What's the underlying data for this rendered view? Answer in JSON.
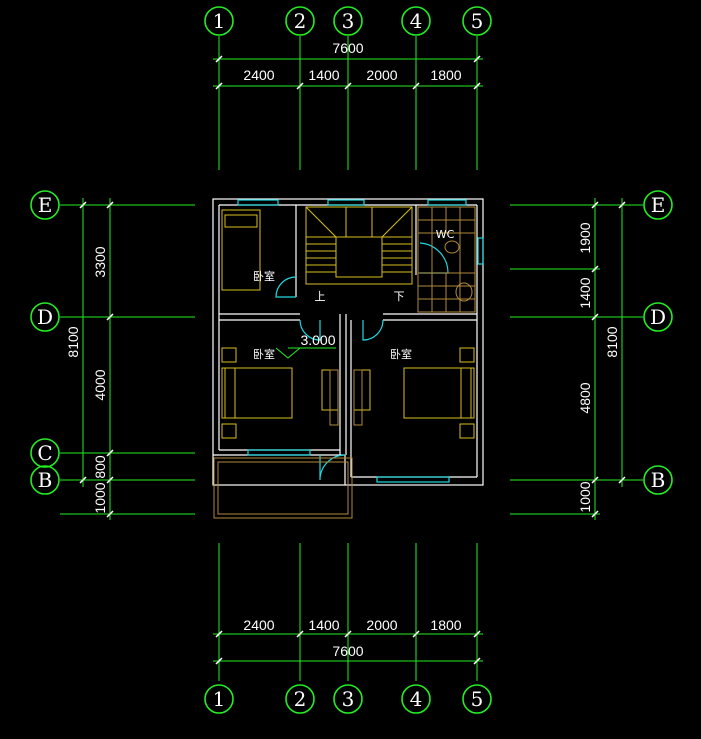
{
  "grid_columns": [
    "1",
    "2",
    "3",
    "4",
    "5"
  ],
  "grid_rows_left": [
    "E",
    "D",
    "C",
    "B"
  ],
  "grid_rows_right": [
    "E",
    "D",
    "B"
  ],
  "top_total": "7600",
  "top_spans": [
    "2400",
    "1400",
    "2000",
    "1800"
  ],
  "bottom_total": "7600",
  "bottom_spans": [
    "2400",
    "1400",
    "2000",
    "1800"
  ],
  "left_total": "8100",
  "left_spans": [
    "3300",
    "4000",
    "800",
    "1000"
  ],
  "right_total": "8100",
  "right_spans": [
    "1900",
    "1400",
    "4800",
    "1000"
  ],
  "rooms": {
    "bedroom_1": "卧室",
    "bedroom_2": "卧室",
    "bedroom_3": "卧室",
    "wc": "WC",
    "stair_up": "上",
    "stair_down": "下"
  },
  "level": "3.000"
}
